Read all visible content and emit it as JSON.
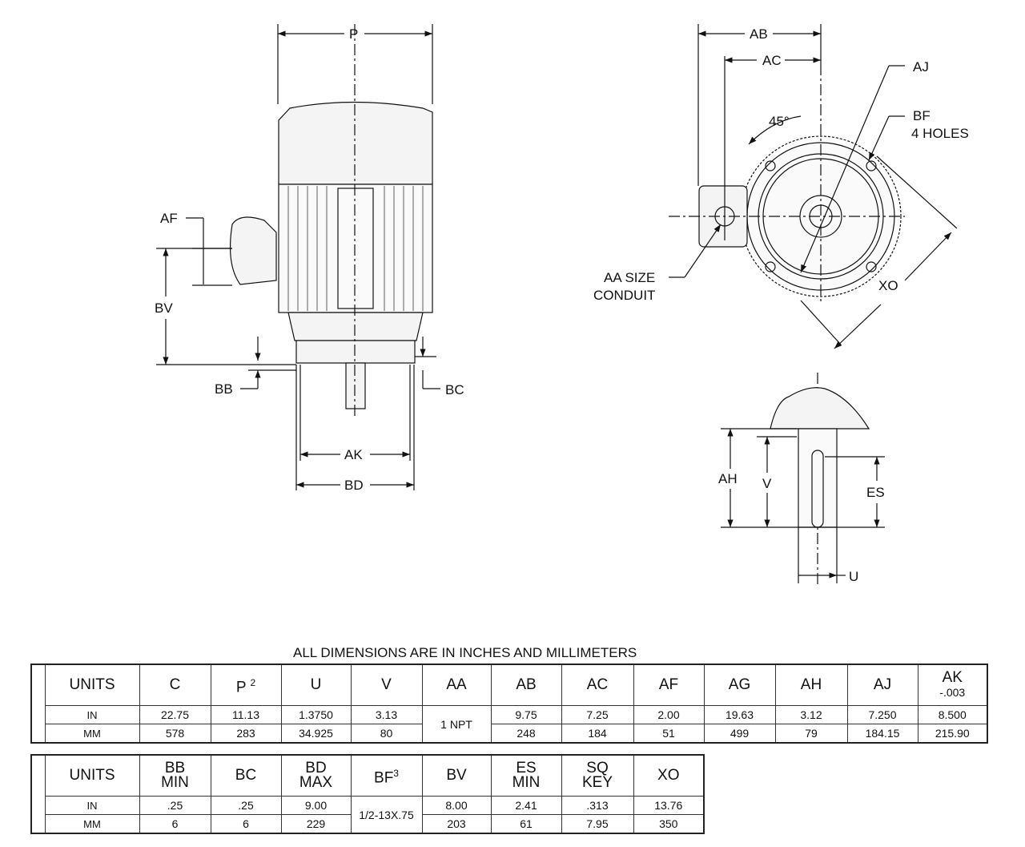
{
  "drawing": {
    "front_view": {
      "labels": {
        "P": "P",
        "AF": "AF",
        "BV": "BV",
        "BB": "BB",
        "BC": "BC",
        "AK": "AK",
        "BD": "BD"
      }
    },
    "end_view": {
      "labels": {
        "AB": "AB",
        "AC": "AC",
        "AJ": "AJ",
        "BF": "BF",
        "BF_holes": "4 HOLES",
        "angle": "45°",
        "AA_line1": "AA SIZE",
        "AA_line2": "CONDUIT",
        "XO": "XO"
      }
    },
    "shaft_view": {
      "labels": {
        "AH": "AH",
        "V": "V",
        "ES": "ES",
        "U": "U"
      }
    }
  },
  "caption": "ALL DIMENSIONS ARE IN INCHES AND MILLIMETERS",
  "table1": {
    "headers": [
      "UNITS",
      "C",
      "P",
      "U",
      "V",
      "AA",
      "AB",
      "AC",
      "AF",
      "AG",
      "AH",
      "AJ",
      "AK"
    ],
    "header_notes": {
      "P": "2",
      "AK": "-.003"
    },
    "rows": [
      {
        "units": "IN",
        "values": [
          "22.75",
          "11.13",
          "1.3750",
          "3.13",
          "1 NPT",
          "9.75",
          "7.25",
          "2.00",
          "19.63",
          "3.12",
          "7.250",
          "8.500"
        ]
      },
      {
        "units": "MM",
        "values": [
          "578",
          "283",
          "34.925",
          "80",
          "248",
          "184",
          "51",
          "499",
          "79",
          "184.15",
          "215.90"
        ]
      }
    ]
  },
  "table2": {
    "headers": [
      "UNITS",
      "BB",
      "BC",
      "BD",
      "BF",
      "BV",
      "ES",
      "SQ",
      "XO"
    ],
    "header_subs": {
      "BB": "MIN",
      "BD": "MAX",
      "ES": "MIN",
      "SQ": "KEY"
    },
    "header_notes": {
      "BF": "3"
    },
    "rows": [
      {
        "units": "IN",
        "values": [
          ".25",
          ".25",
          "9.00",
          "1/2-13X.75",
          "8.00",
          "2.41",
          ".313",
          "13.76"
        ]
      },
      {
        "units": "MM",
        "values": [
          "6",
          "6",
          "229",
          "203",
          "61",
          "7.95",
          "350"
        ]
      }
    ]
  }
}
